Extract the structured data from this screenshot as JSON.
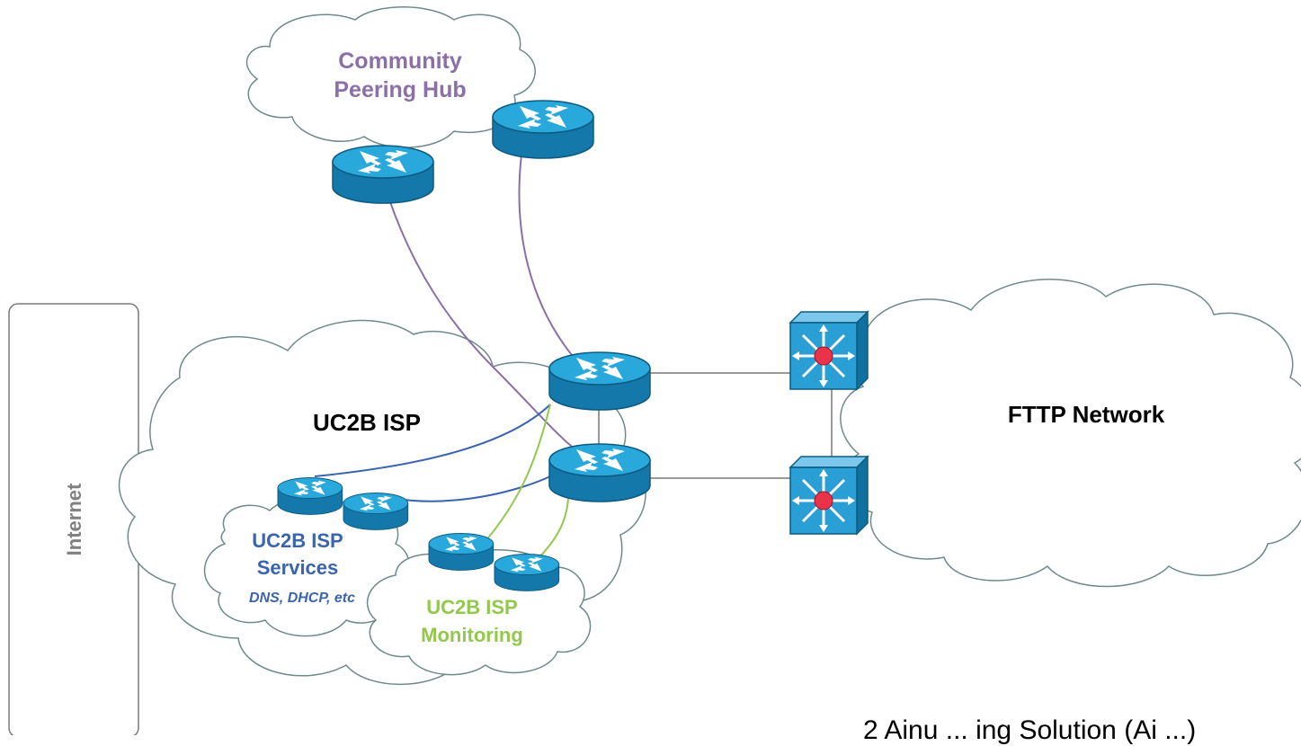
{
  "labels": {
    "community_hub": [
      "Community",
      "Peering Hub"
    ],
    "uc2b_isp": "UC2B ISP",
    "services": [
      "UC2B ISP",
      "Services"
    ],
    "services_sub": "DNS, DHCP, etc",
    "monitoring": [
      "UC2B ISP",
      "Monitoring"
    ],
    "fttp": "FTTP Network",
    "internet": "Internet",
    "footer": "2 Ainu ... ing Solution (Ai ...)"
  },
  "colors": {
    "peering": "#8b6fa8",
    "services": "#3a64b0",
    "monitoring": "#92c84c",
    "cloud_stroke": "#6e8a8a",
    "router_top": "#29a8dc",
    "router_body": "#1478aa",
    "switch_face": "#2a9fd6",
    "switch_hub": "#e8334a"
  },
  "icons": [
    "router-icon",
    "switch-icon"
  ]
}
